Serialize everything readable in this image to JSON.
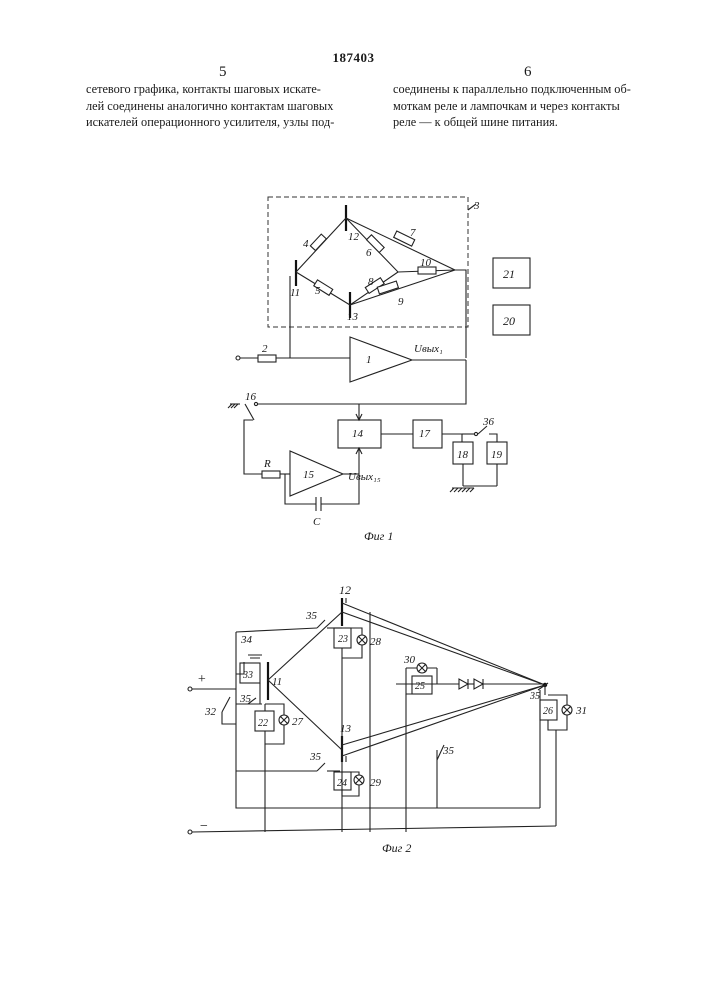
{
  "header": {
    "patent_number": "187403",
    "col_left": "5",
    "col_right": "6"
  },
  "text": {
    "left_lines": [
      "сетевого графика, контакты шаговых искате-",
      "лей соединены аналогично контактам шаговых",
      "искателей операционного усилителя, узлы под-"
    ],
    "right_lines": [
      "соединены к параллельно подключенным об-",
      "моткам реле и лампочкам и через контакты",
      "реле — к общей шине питания."
    ]
  },
  "fig1": {
    "caption": "Фиг 1",
    "labels": {
      "l1": "1",
      "l2": "2",
      "l3": "3",
      "l4": "4",
      "l5": "5",
      "l6": "6",
      "l7": "7",
      "l8": "8",
      "l9": "9",
      "l10": "10",
      "l11": "11",
      "l12": "12",
      "l13": "13",
      "l14": "14",
      "l15": "15",
      "l16": "16",
      "l17": "17",
      "l18": "18",
      "l19": "19",
      "l20": "20",
      "l21": "21",
      "l36": "36",
      "R": "R",
      "C": "C",
      "uout1": "Uвых₁",
      "uout15": "Uвых₁₅"
    }
  },
  "fig2": {
    "caption": "Фиг 2",
    "plus": "+",
    "minus": "−",
    "labels": {
      "l11": "11",
      "l12": "12",
      "l13": "13",
      "l22": "22",
      "l23": "23",
      "l24": "24",
      "l25": "25",
      "l26": "26",
      "l27": "27",
      "l28": "28",
      "l29": "29",
      "l30": "30",
      "l31": "31",
      "l32": "32",
      "l33": "33",
      "l34": "34",
      "l35a": "35",
      "l35b": "35",
      "l35c": "35",
      "l35d": "35",
      "l35e": "35"
    }
  }
}
